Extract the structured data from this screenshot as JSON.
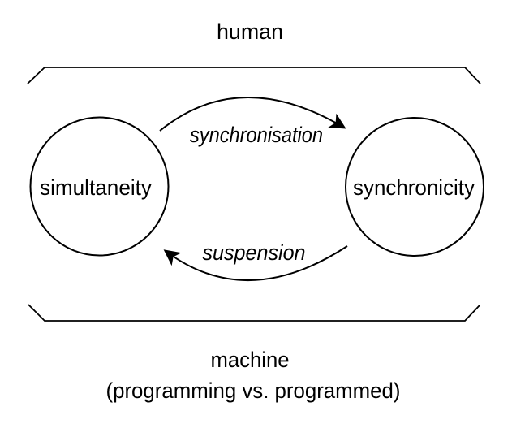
{
  "colors": {
    "ink": "#000000",
    "background": "#ffffff"
  },
  "diagram": {
    "top_domain": "human",
    "bottom_domain": "machine",
    "bottom_domain_note": "(programming vs. programmed)",
    "nodes": [
      {
        "label": "simultaneity"
      },
      {
        "label": "synchronicity"
      }
    ],
    "arrows": [
      {
        "label": "synchronisation",
        "from": "simultaneity",
        "to": "synchronicity",
        "direction": "left-to-right"
      },
      {
        "label": "suspension",
        "from": "synchronicity",
        "to": "simultaneity",
        "direction": "right-to-left"
      }
    ]
  }
}
